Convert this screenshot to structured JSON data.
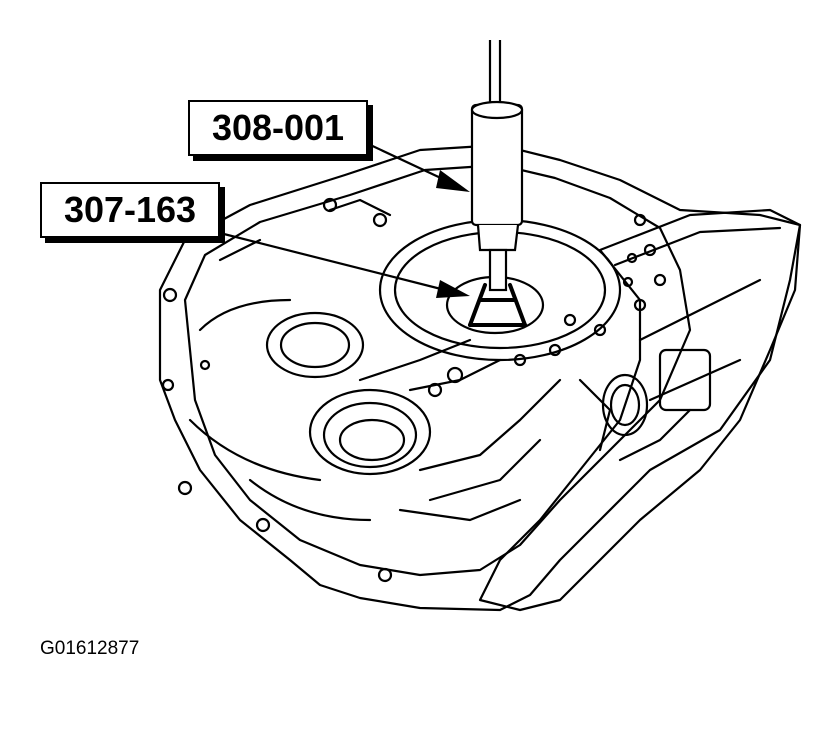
{
  "callouts": {
    "upper_tool": "308-001",
    "lower_tool": "307-163"
  },
  "figure_id": "G01612877",
  "colors": {
    "line": "#000000",
    "background": "#ffffff"
  }
}
